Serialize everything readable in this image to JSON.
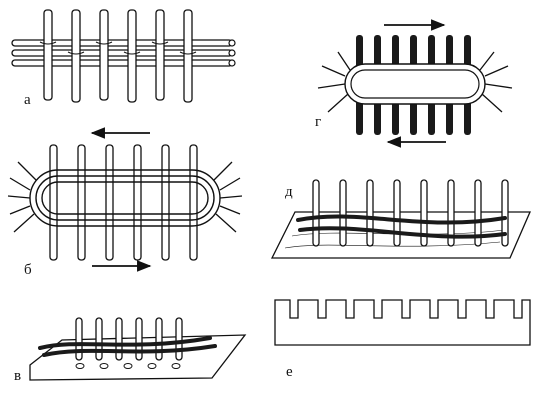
{
  "panels": [
    {
      "id": "a",
      "label": "а"
    },
    {
      "id": "b",
      "label": "б"
    },
    {
      "id": "v",
      "label": "в"
    },
    {
      "id": "g",
      "label": "г"
    },
    {
      "id": "d",
      "label": "д"
    },
    {
      "id": "e",
      "label": "е"
    }
  ],
  "colors": {
    "ink": "#111111",
    "fill": "#ffffff",
    "dark_strand": "#1a1a1a"
  }
}
